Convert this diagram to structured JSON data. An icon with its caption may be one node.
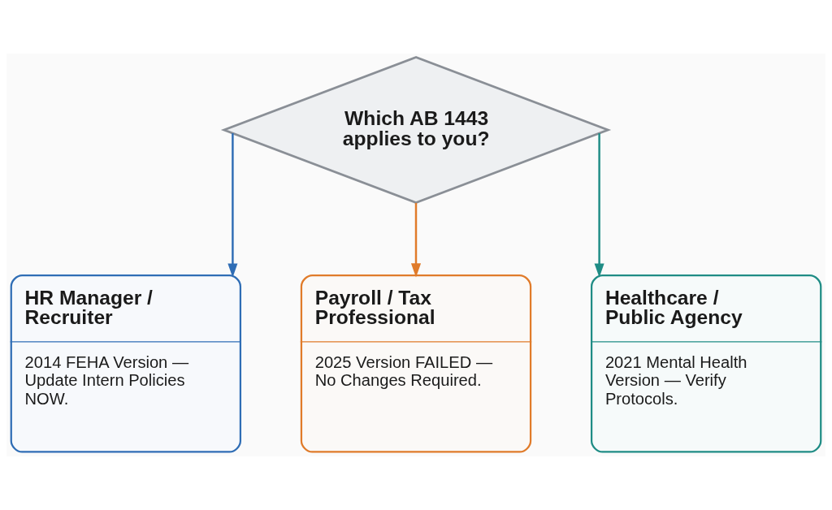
{
  "diagram": {
    "nodes": [
      {
        "text": [
          "Which AB 1443 applies to you?"
        ]
      },
      {
        "text": [
          "HR Manager / Recruiter",
          "2014 FEHA Version — Update Intern Policies NOW."
        ]
      },
      {
        "text": [
          "Payroll / Tax Professional",
          "2025 Version FAILED — No Changes Required."
        ]
      },
      {
        "text": [
          "Healthcare / Public Agency",
          "2021 Mental Health Version — Verify Protocols."
        ]
      }
    ],
    "edges": [
      {
        "from": 0,
        "to": 1,
        "arrow": "to",
        "color": "#2f6db5"
      },
      {
        "from": 0,
        "to": 2,
        "arrow": "to",
        "color": "#e07b2a"
      },
      {
        "from": 0,
        "to": 3,
        "arrow": "to",
        "color": "#1f8c85"
      }
    ]
  }
}
